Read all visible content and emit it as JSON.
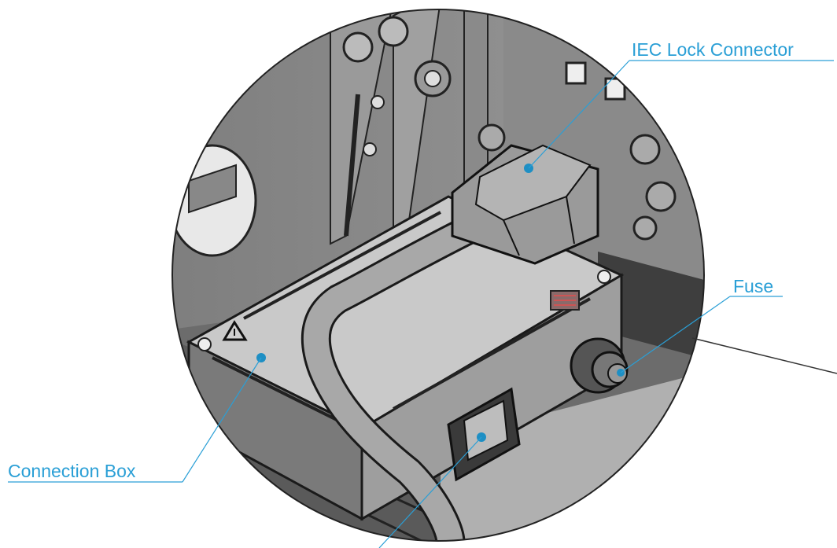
{
  "callouts": {
    "iec_lock_connector": "IEC Lock Connector",
    "fuse": "Fuse",
    "connection_box": "Connection Box"
  },
  "colors": {
    "callout_text": "#2a9fd6",
    "callout_line": "#2a9fd6",
    "leader_line": "#333333"
  },
  "icons": {
    "warning": "warning-triangle-icon"
  }
}
